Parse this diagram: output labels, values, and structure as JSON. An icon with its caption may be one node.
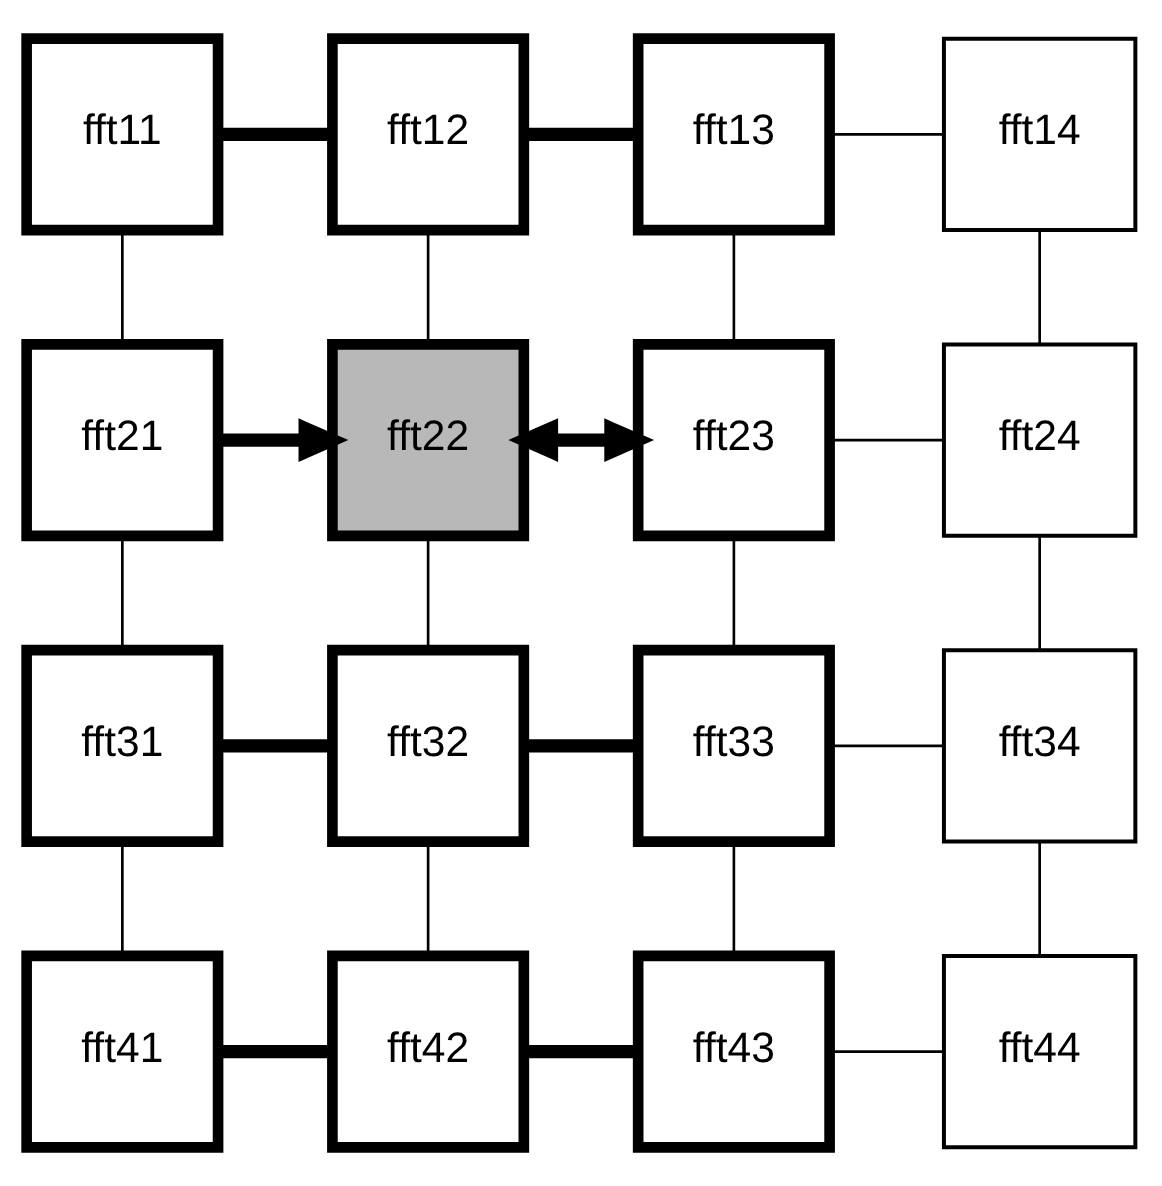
{
  "diagram": {
    "nodes": [
      {
        "text": [
          "fft11"
        ]
      },
      {
        "text": [
          "fft12"
        ]
      },
      {
        "text": [
          "fft13"
        ]
      },
      {
        "text": [
          "fft14"
        ]
      },
      {
        "text": [
          "fft21"
        ]
      },
      {
        "text": [
          "fft22"
        ]
      },
      {
        "text": [
          "fft23"
        ]
      },
      {
        "text": [
          "fft24"
        ]
      },
      {
        "text": [
          "fft31"
        ]
      },
      {
        "text": [
          "fft32"
        ]
      },
      {
        "text": [
          "fft33"
        ]
      },
      {
        "text": [
          "fft34"
        ]
      },
      {
        "text": [
          "fft41"
        ]
      },
      {
        "text": [
          "fft42"
        ]
      },
      {
        "text": [
          "fft43"
        ]
      },
      {
        "text": [
          "fft44"
        ]
      }
    ],
    "edges": [
      {
        "from": 0,
        "to": 1,
        "arrow": "none",
        "style": "thick"
      },
      {
        "from": 1,
        "to": 2,
        "arrow": "none",
        "style": "thick"
      },
      {
        "from": 2,
        "to": 3,
        "arrow": "none"
      },
      {
        "from": 4,
        "to": 5,
        "arrow": "to",
        "style": "thick"
      },
      {
        "from": 5,
        "to": 6,
        "arrow": "both",
        "style": "thick"
      },
      {
        "from": 6,
        "to": 7,
        "arrow": "none"
      },
      {
        "from": 8,
        "to": 9,
        "arrow": "none",
        "style": "thick"
      },
      {
        "from": 9,
        "to": 10,
        "arrow": "none",
        "style": "thick"
      },
      {
        "from": 10,
        "to": 11,
        "arrow": "none"
      },
      {
        "from": 12,
        "to": 13,
        "arrow": "none",
        "style": "thick"
      },
      {
        "from": 13,
        "to": 14,
        "arrow": "none",
        "style": "thick"
      },
      {
        "from": 14,
        "to": 15,
        "arrow": "none"
      },
      {
        "from": 0,
        "to": 4,
        "arrow": "none"
      },
      {
        "from": 1,
        "to": 5,
        "arrow": "none"
      },
      {
        "from": 2,
        "to": 6,
        "arrow": "none"
      },
      {
        "from": 3,
        "to": 7,
        "arrow": "none"
      },
      {
        "from": 4,
        "to": 8,
        "arrow": "none"
      },
      {
        "from": 5,
        "to": 9,
        "arrow": "none"
      },
      {
        "from": 6,
        "to": 10,
        "arrow": "none"
      },
      {
        "from": 7,
        "to": 11,
        "arrow": "none"
      },
      {
        "from": 8,
        "to": 12,
        "arrow": "none"
      },
      {
        "from": 9,
        "to": 13,
        "arrow": "none"
      },
      {
        "from": 10,
        "to": 14,
        "arrow": "none"
      },
      {
        "from": 11,
        "to": 15,
        "arrow": "none"
      }
    ]
  }
}
